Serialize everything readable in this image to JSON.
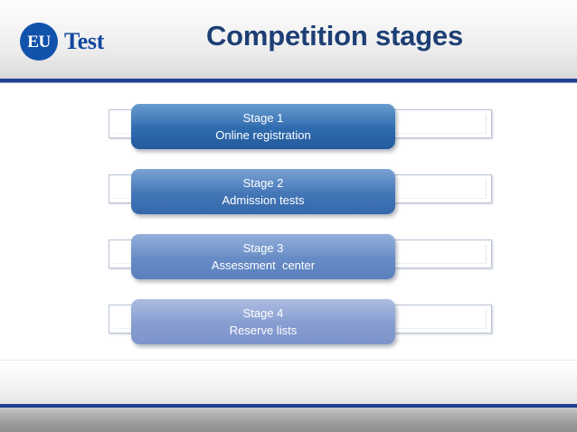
{
  "slide": {
    "title": "Competition stages",
    "logo": {
      "mark_text": "EU",
      "word_text": "Test",
      "mark_color": "#1152ab",
      "word_color": "#12489f"
    },
    "accent_color": "#1f3f8f",
    "title_color": "#1d3f75"
  },
  "stages": [
    {
      "title": "Stage 1",
      "subtitle": "Online registration",
      "box_color_top": "#3d7fc1",
      "box_color_bottom": "#235b9e"
    },
    {
      "title": "Stage 2",
      "subtitle": "Admission tests",
      "box_color_top": "#5588c6",
      "box_color_bottom": "#3568ab"
    },
    {
      "title": "Stage 3",
      "subtitle": "Assessment  center",
      "box_color_top": "#7599d0",
      "box_color_bottom": "#5a80bd"
    },
    {
      "title": "Stage 4",
      "subtitle": "Reserve lists",
      "box_color_top": "#94a9d8",
      "box_color_bottom": "#7d94cb"
    }
  ]
}
